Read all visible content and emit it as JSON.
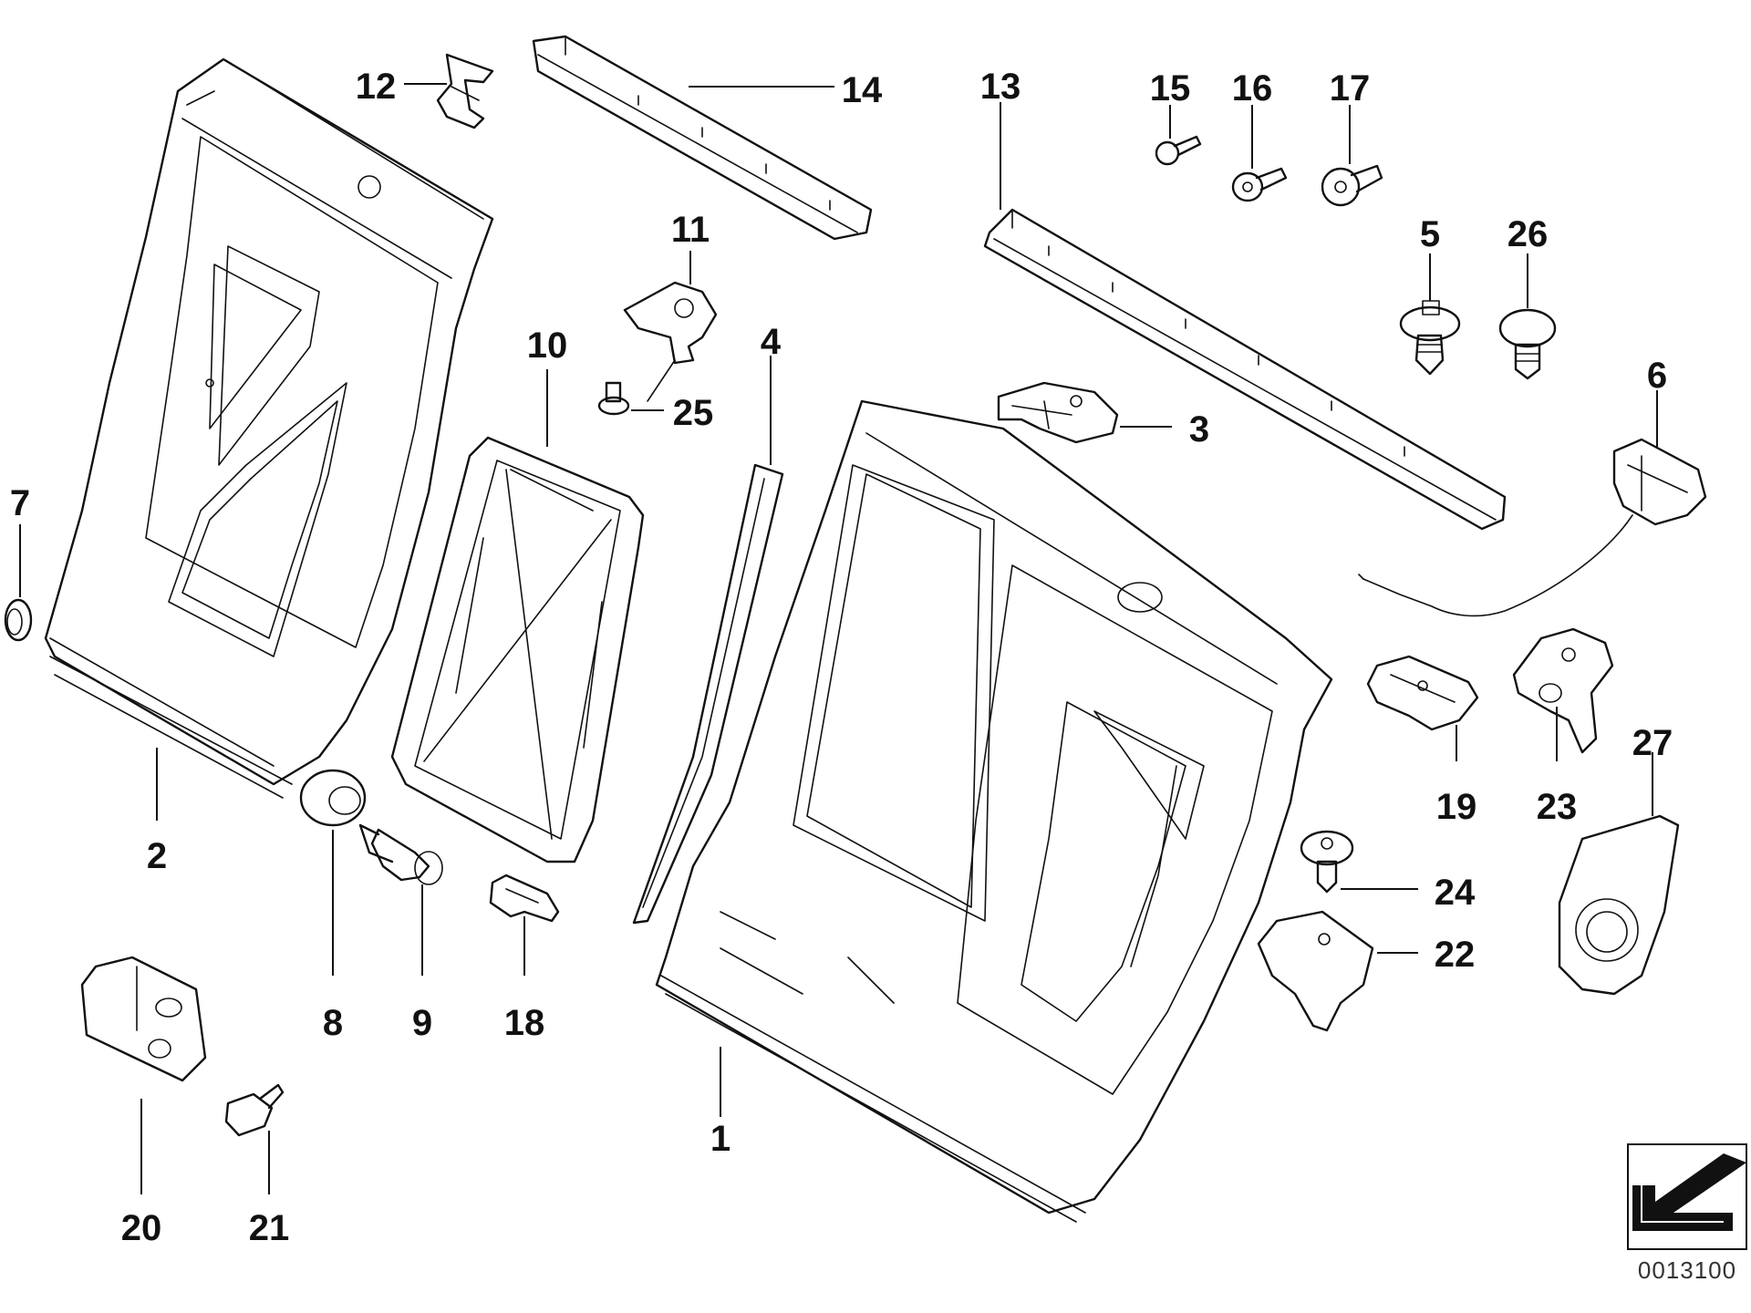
{
  "diagram": {
    "document_number": "0013100",
    "callouts": [
      "1",
      "2",
      "3",
      "4",
      "5",
      "6",
      "7",
      "8",
      "9",
      "10",
      "11",
      "12",
      "13",
      "14",
      "15",
      "16",
      "17",
      "18",
      "19",
      "20",
      "21",
      "22",
      "23",
      "24",
      "25",
      "26",
      "27"
    ],
    "parts": [
      {
        "number": "1",
        "icon": "rear-seat-backrest-frame-right-icon"
      },
      {
        "number": "2",
        "icon": "rear-seat-backrest-frame-left-icon"
      },
      {
        "number": "3",
        "icon": "latch-mechanism-icon"
      },
      {
        "number": "4",
        "icon": "side-strip-icon"
      },
      {
        "number": "5",
        "icon": "expanding-rivet-icon"
      },
      {
        "number": "6",
        "icon": "lock-with-bowden-cable-icon"
      },
      {
        "number": "7",
        "icon": "cap-icon"
      },
      {
        "number": "8",
        "icon": "bushing-icon"
      },
      {
        "number": "9",
        "icon": "bolt-icon"
      },
      {
        "number": "10",
        "icon": "reinforcement-frame-icon"
      },
      {
        "number": "11",
        "icon": "hinge-bracket-icon"
      },
      {
        "number": "12",
        "icon": "clip-icon"
      },
      {
        "number": "13",
        "icon": "support-rail-right-icon"
      },
      {
        "number": "14",
        "icon": "support-rail-left-icon"
      },
      {
        "number": "15",
        "icon": "screw-icon"
      },
      {
        "number": "16",
        "icon": "collar-screw-icon"
      },
      {
        "number": "17",
        "icon": "collar-screw-large-icon"
      },
      {
        "number": "18",
        "icon": "clamp-icon"
      },
      {
        "number": "19",
        "icon": "bracket-icon"
      },
      {
        "number": "20",
        "icon": "mounting-plate-icon"
      },
      {
        "number": "21",
        "icon": "hex-bolt-icon"
      },
      {
        "number": "22",
        "icon": "cover-icon"
      },
      {
        "number": "23",
        "icon": "hinge-icon"
      },
      {
        "number": "24",
        "icon": "push-rivet-icon"
      },
      {
        "number": "25",
        "icon": "small-screw-icon"
      },
      {
        "number": "26",
        "icon": "plug-icon"
      },
      {
        "number": "27",
        "icon": "trim-cover-icon"
      }
    ]
  }
}
